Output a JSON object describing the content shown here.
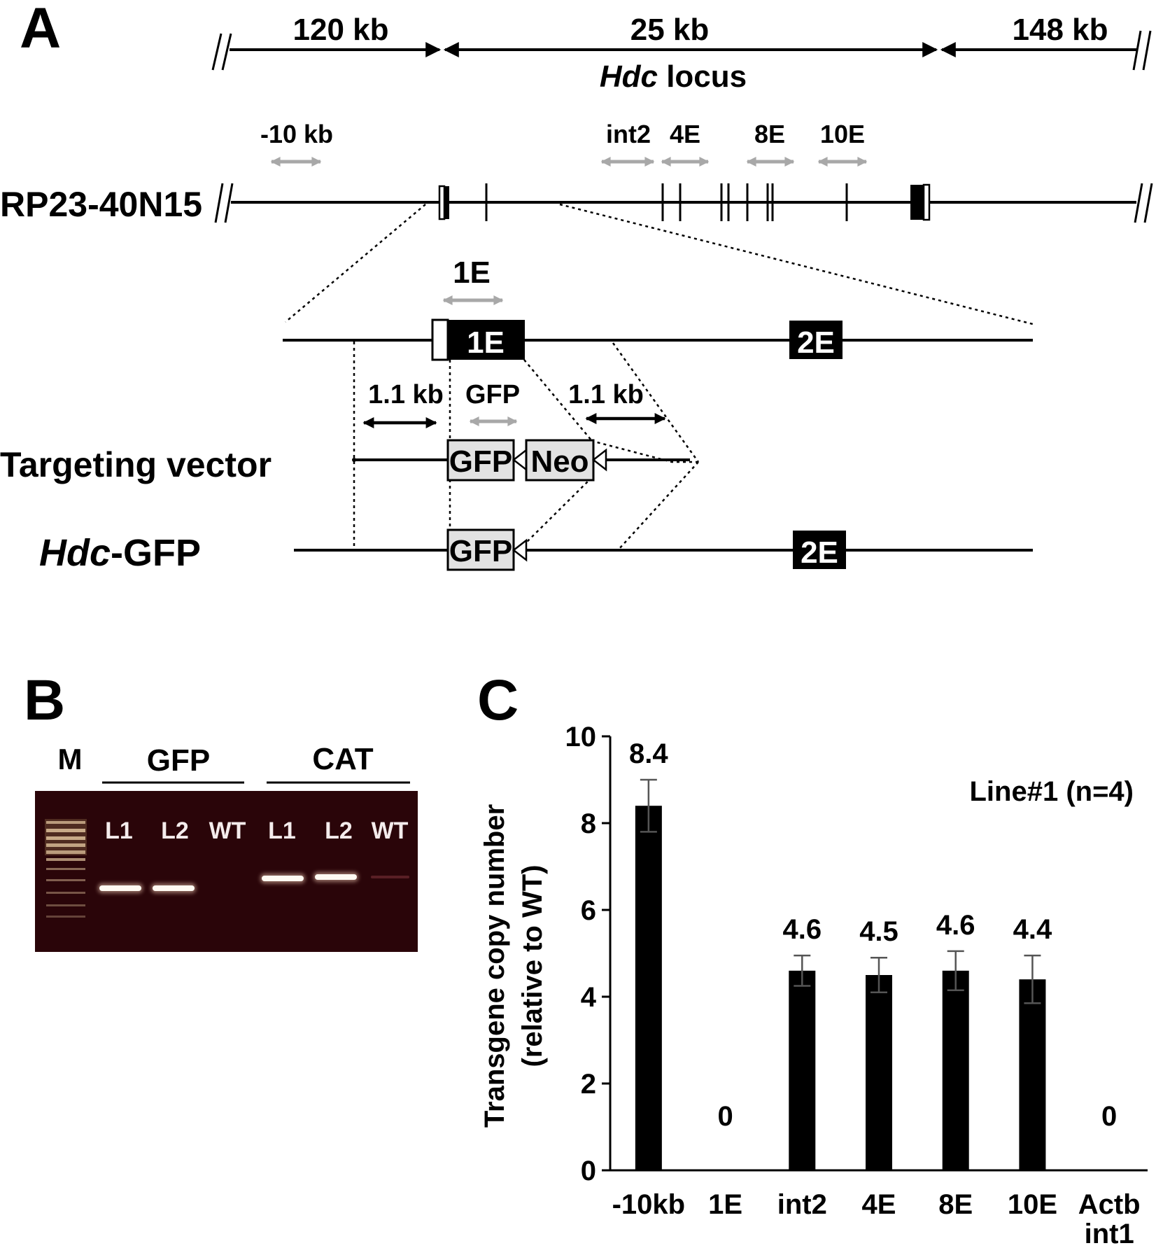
{
  "panel_a": {
    "letter": "A",
    "scale_top": {
      "left_kb": "120 kb",
      "mid_kb": "25 kb",
      "right_kb": "148 kb",
      "locus_italic": "Hdc",
      "locus_rest": " locus"
    },
    "probes_top": [
      "-10 kb",
      "int2",
      "4E",
      "8E",
      "10E"
    ],
    "bac_label": "RP23-40N15",
    "probe_1e": "1E",
    "exon_1": "1E",
    "exon_2": "2E",
    "arm_left": "1.1 kb",
    "arm_right": "1.1 kb",
    "probe_gfp": "GFP",
    "vector_label": "Targeting vector",
    "box_gfp": "GFP",
    "box_neo": "Neo",
    "ko_label_italic": "Hdc",
    "ko_label_rest": "-GFP",
    "ko_box_gfp": "GFP",
    "ko_exon_2": "2E"
  },
  "panel_b": {
    "letter": "B",
    "marker": "M",
    "group_1": "GFP",
    "group_2": "CAT",
    "lanes": [
      "L1",
      "L2",
      "WT",
      "L1",
      "L2",
      "WT"
    ]
  },
  "panel_c": {
    "letter": "C",
    "annotation": "Line#1 (n=4)",
    "ylabel_1": "Transgene copy number",
    "ylabel_2": "(relative to WT)"
  },
  "chart_data": {
    "type": "bar",
    "title": "",
    "xlabel": "",
    "ylabel": "Transgene copy number (relative to WT)",
    "categories": [
      "-10kb",
      "1E",
      "int2",
      "4E",
      "8E",
      "10E",
      "Actb int1"
    ],
    "category_lines": [
      [
        "-10kb"
      ],
      [
        "1E"
      ],
      [
        "int2"
      ],
      [
        "4E"
      ],
      [
        "8E"
      ],
      [
        "10E"
      ],
      [
        "Actb",
        "int1"
      ]
    ],
    "values": [
      8.4,
      0,
      4.6,
      4.5,
      4.6,
      4.4,
      0
    ],
    "errors": [
      0.6,
      0,
      0.35,
      0.4,
      0.45,
      0.55,
      0
    ],
    "data_labels": [
      "8.4",
      "0",
      "4.6",
      "4.5",
      "4.6",
      "4.4",
      "0"
    ],
    "yticks": [
      0,
      2,
      4,
      6,
      8,
      10
    ],
    "ylim": [
      0,
      10
    ],
    "grid": false,
    "bar_color": "#000000",
    "error_color": "#555555"
  },
  "colors": {
    "probe_gray": "#a8a8a8",
    "box_gray": "#e2e2e2",
    "gel_bg": "#2a0509",
    "band": "#fffaf2"
  }
}
